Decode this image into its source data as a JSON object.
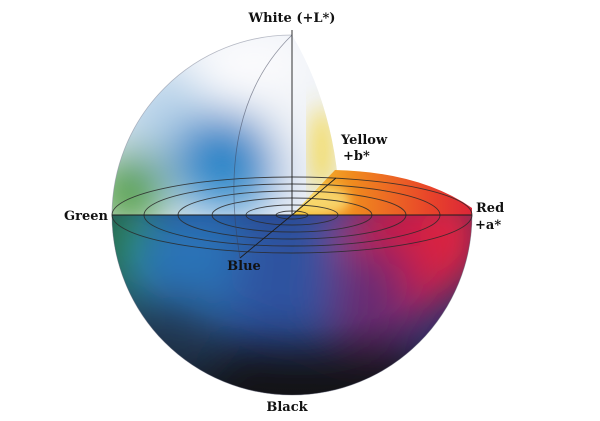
{
  "diagram": {
    "axes": {
      "white": "White (+L*)",
      "black": "Black",
      "yellow": "Yellow",
      "yellow_axis": "+b*",
      "red": "Red",
      "red_axis": "+a*",
      "green": "Green",
      "blue": "Blue"
    },
    "colors": {
      "background": "#ffffff",
      "white": "#f4f6fb",
      "light_blue": "#9cc3e2",
      "blue": "#1f5ea8",
      "deep_blue": "#1c3a78",
      "green": "#3c8f3a",
      "yellow": "#f2cf1e",
      "orange": "#ee6a1f",
      "red": "#dc1f3e",
      "black": "#1a1a1e"
    }
  }
}
